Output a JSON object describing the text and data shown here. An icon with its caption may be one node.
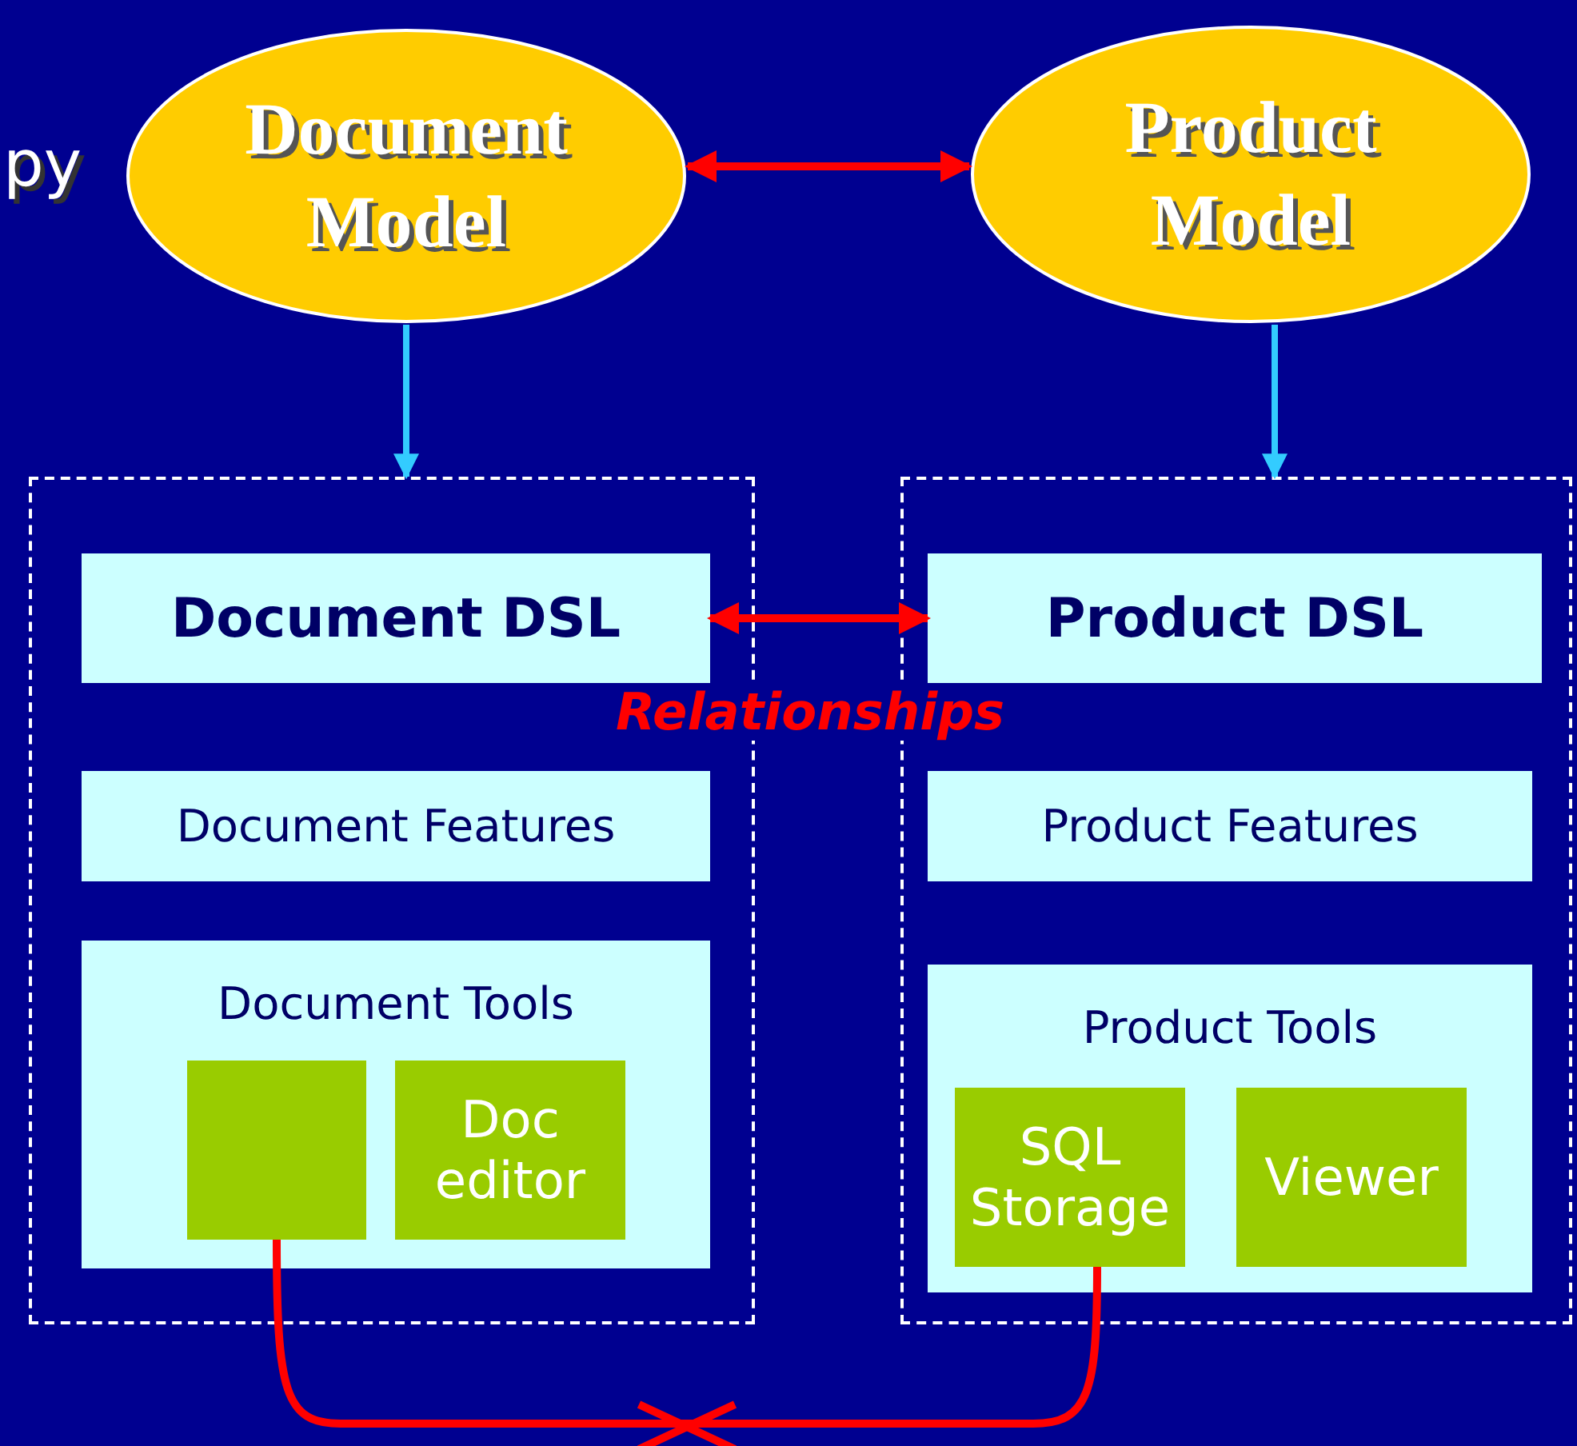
{
  "diagram": {
    "nodes": [
      {
        "text": [
          "Document Model"
        ]
      },
      {
        "text": [
          "Product Model"
        ]
      },
      {
        "text": [],
        "shape": "box"
      },
      {
        "text": [
          "Document DSL"
        ],
        "in": 2
      },
      {
        "text": [
          "Document Features"
        ],
        "in": 2
      },
      {
        "text": [
          "Document Tools"
        ],
        "in": 2
      },
      {
        "text": [],
        "shape": "box",
        "in": 5
      },
      {
        "text": [
          "Doc editor"
        ],
        "in": 5
      },
      {
        "text": [],
        "shape": "box"
      },
      {
        "text": [
          "Product DSL"
        ],
        "in": 8
      },
      {
        "text": [
          "Product Features"
        ],
        "in": 8
      },
      {
        "text": [
          "Product Tools"
        ],
        "in": 8
      },
      {
        "text": [
          "SQL Storage"
        ],
        "in": 11
      },
      {
        "text": [
          "Viewer"
        ],
        "in": 11
      }
    ],
    "edges": [
      {
        "from": 0,
        "to": 1,
        "arrow": "both"
      },
      {
        "from": 0,
        "to": 2,
        "arrow": "to",
        "color": "#33ccff"
      },
      {
        "from": 1,
        "to": 8,
        "arrow": "to",
        "color": "#33ccff"
      },
      {
        "from": 3,
        "to": 9,
        "arrow": "both",
        "label": "Relationships"
      },
      {
        "from": 6,
        "to": 12,
        "arrow": "none"
      }
    ],
    "labels": [
      "py"
    ]
  }
}
